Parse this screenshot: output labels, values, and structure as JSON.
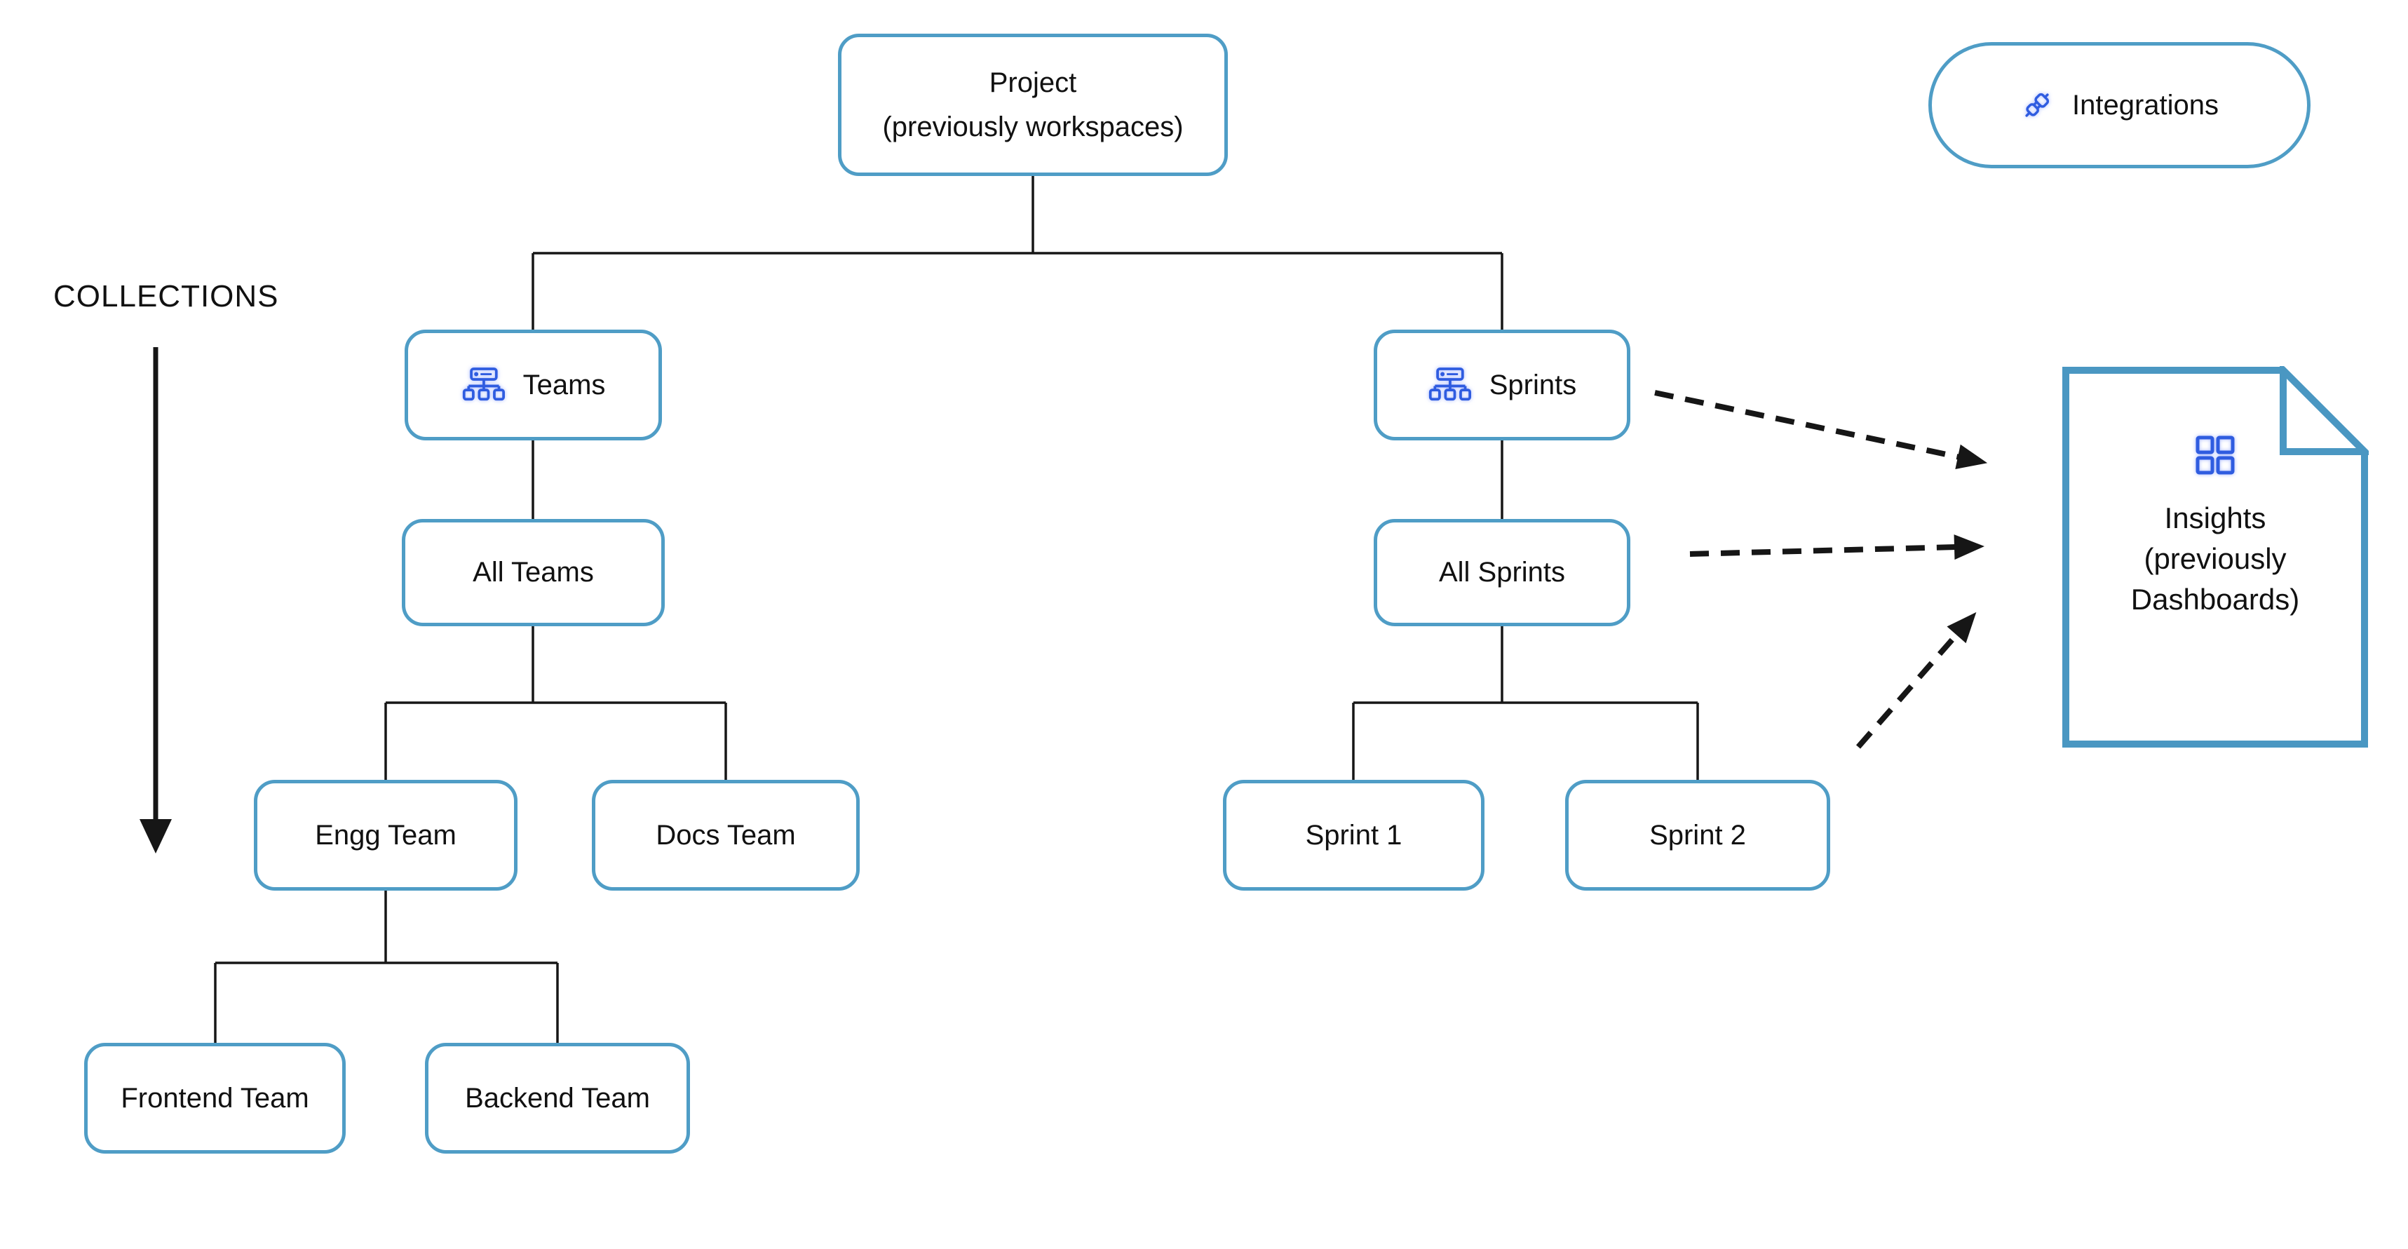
{
  "diagram": {
    "collections_label": "COLLECTIONS",
    "nodes": {
      "project": {
        "line1": "Project",
        "line2": "(previously workspaces)"
      },
      "integrations": {
        "label": "Integrations",
        "icon": "plug-connection-icon"
      },
      "teams": {
        "label": "Teams",
        "icon": "org-hierarchy-icon"
      },
      "sprints": {
        "label": "Sprints",
        "icon": "org-hierarchy-icon"
      },
      "all_teams": {
        "label": "All Teams"
      },
      "all_sprints": {
        "label": "All Sprints"
      },
      "engg_team": {
        "label": "Engg Team"
      },
      "docs_team": {
        "label": "Docs Team"
      },
      "sprint_1": {
        "label": "Sprint 1"
      },
      "sprint_2": {
        "label": "Sprint 2"
      },
      "frontend_team": {
        "label": "Frontend Team"
      },
      "backend_team": {
        "label": "Backend Team"
      },
      "insights": {
        "line1": "Insights",
        "line2": "(previously",
        "line3": "Dashboards)",
        "icon": "dashboard-grid-icon"
      }
    },
    "connections": {
      "solid_tree": "Project→(Teams, Sprints); Teams→All Teams→(Engg Team, Docs Team); Engg Team→(Frontend Team, Backend Team); Sprints→All Sprints→(Sprint 1, Sprint 2)",
      "dashed_arrows_to_insights": 3,
      "collections_axis": "downward arrow under COLLECTIONS label"
    },
    "colors": {
      "node_border": "#4F9DC6",
      "document_border": "#4A97C2",
      "icon_blue": "#2F5CE0",
      "connector": "#161616",
      "text": "#111111"
    }
  }
}
